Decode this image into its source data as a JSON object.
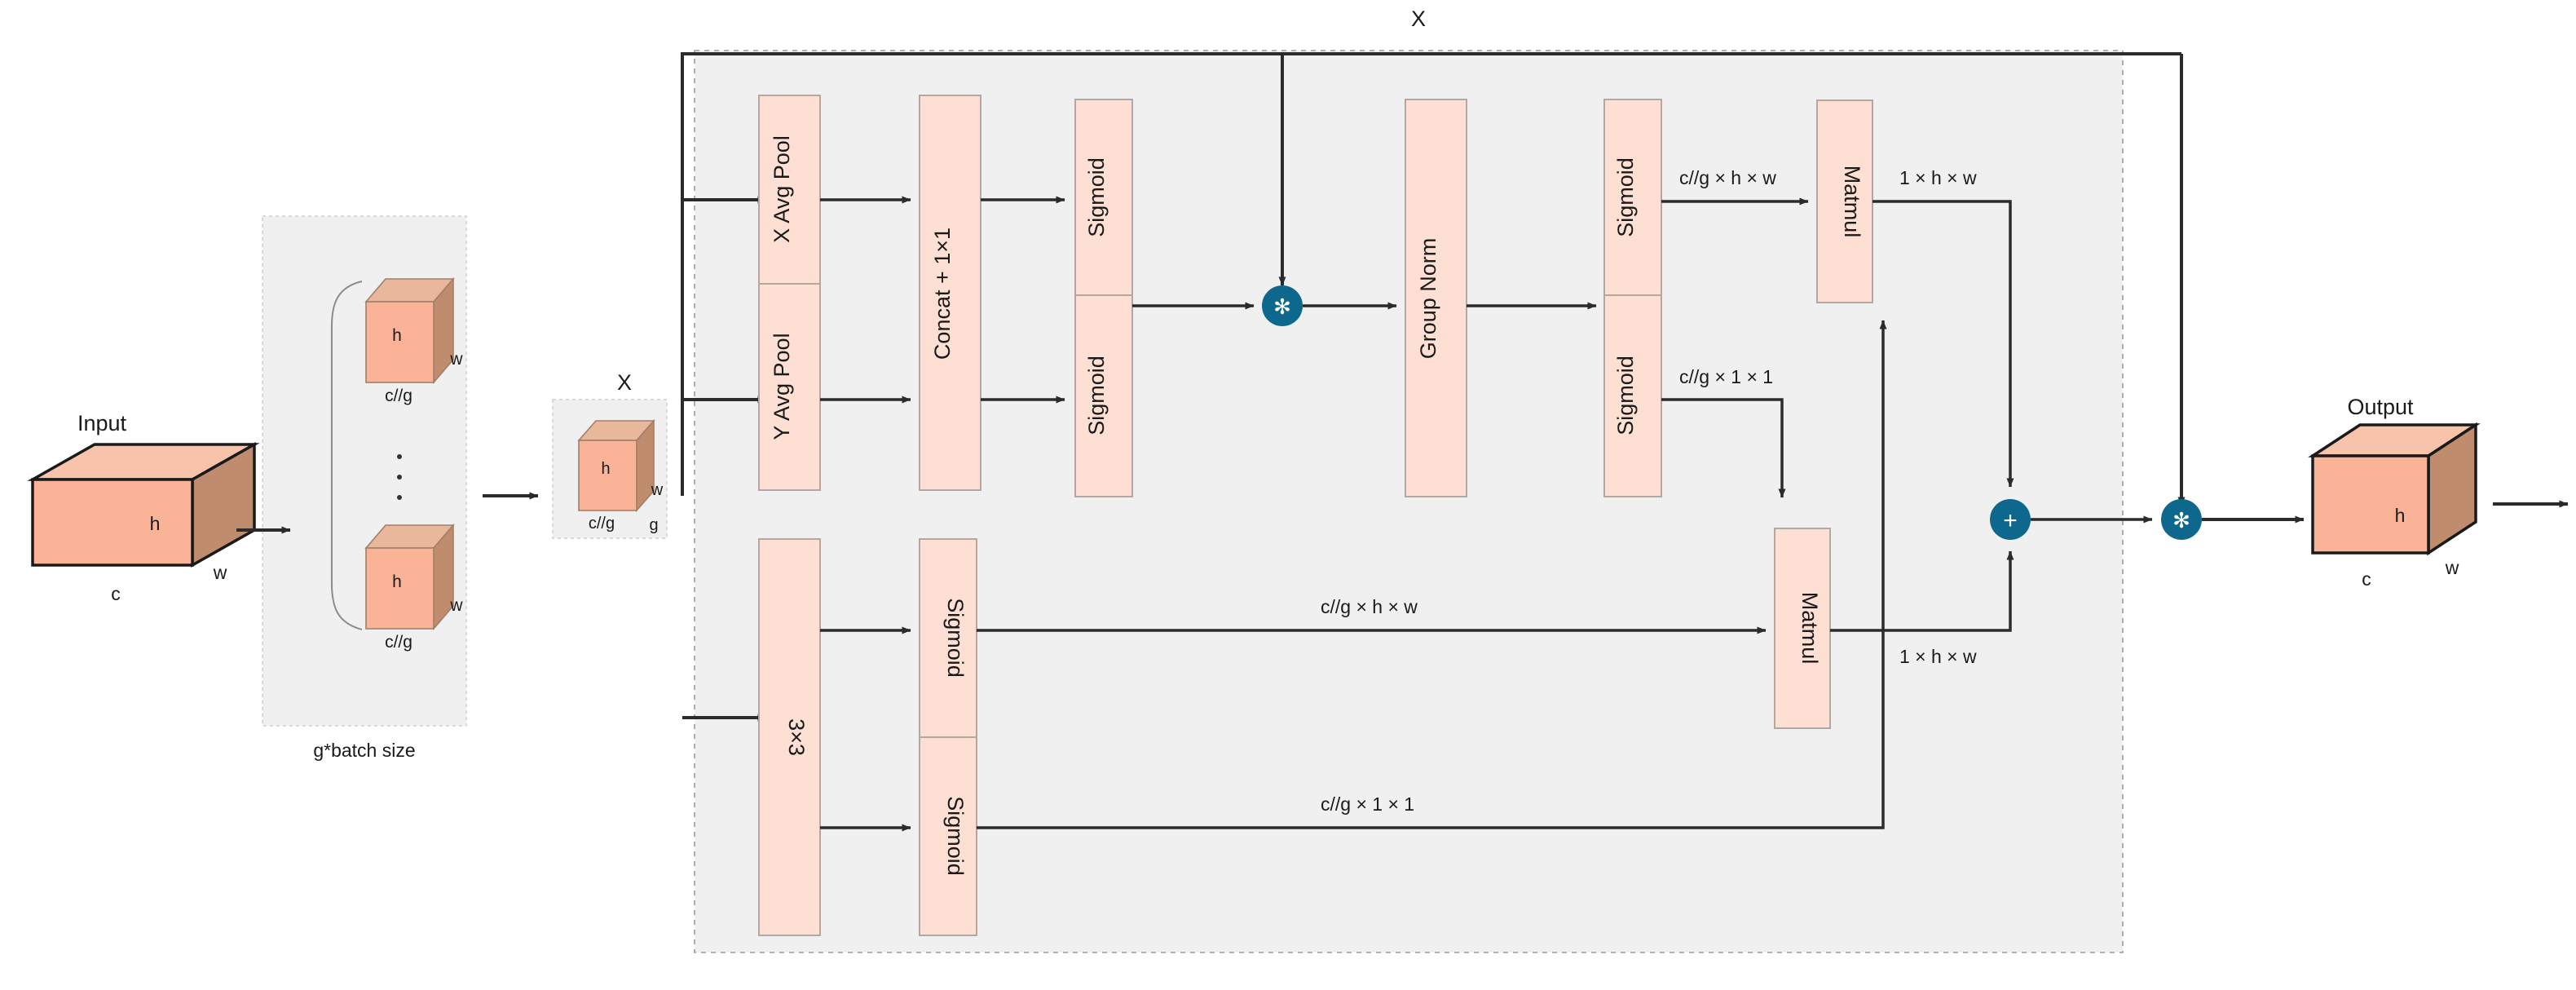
{
  "figure": {
    "type": "neural-network-architecture-diagram",
    "title_labels": {
      "input": "Input",
      "output": "Output",
      "x_tensor_left": "X",
      "x_skip_top": "X",
      "group_caption": "g*batch size"
    },
    "colors": {
      "block_fill": "#fde0d3",
      "block_stroke": "#b5a6a0",
      "cube_front": "#fab396",
      "cube_top": "#f7c4ab",
      "cube_side": "#c08c6e",
      "cube_stroke": "#1a1a1a",
      "panel_fill": "#f0f0f0",
      "panel_dash": "#9a9a9a",
      "node_fill": "#0e678c",
      "node_glyph": "#ffffff",
      "arrow": "#2b2b2b",
      "text": "#1a1a1a"
    }
  },
  "cubes": {
    "input": {
      "name": "Input",
      "h": "h",
      "w": "w",
      "c": "c"
    },
    "output": {
      "name": "Output",
      "h": "h",
      "w": "w",
      "c": "c"
    },
    "group_slab_top": {
      "h": "h",
      "w": "w",
      "depth": "c//g"
    },
    "group_slab_bottom": {
      "h": "h",
      "w": "w",
      "depth": "c//g"
    },
    "x_slab": {
      "h": "h",
      "w": "w",
      "depth": "c//g",
      "group": "g",
      "label": "X"
    }
  },
  "blocks": [
    {
      "id": "x-avg-pool",
      "label": "X Avg Pool",
      "orientation": "bottom-to-top"
    },
    {
      "id": "y-avg-pool",
      "label": "Y Avg Pool",
      "orientation": "bottom-to-top"
    },
    {
      "id": "concat-1x1",
      "label": "Concat + 1×1",
      "orientation": "bottom-to-top"
    },
    {
      "id": "sigmoid-top-1",
      "label": "Sigmoid",
      "orientation": "bottom-to-top"
    },
    {
      "id": "sigmoid-top-2",
      "label": "Sigmoid",
      "orientation": "bottom-to-top"
    },
    {
      "id": "group-norm",
      "label": "Group Norm",
      "orientation": "bottom-to-top"
    },
    {
      "id": "sigmoid-gn-1",
      "label": "Sigmoid",
      "orientation": "bottom-to-top"
    },
    {
      "id": "sigmoid-gn-2",
      "label": "Sigmoid",
      "orientation": "bottom-to-top"
    },
    {
      "id": "matmul-top",
      "label": "Matmul",
      "orientation": "top-to-bottom"
    },
    {
      "id": "conv-3x3",
      "label": "3×3",
      "orientation": "top-to-bottom"
    },
    {
      "id": "sigmoid-bot-1",
      "label": "Sigmoid",
      "orientation": "top-to-bottom"
    },
    {
      "id": "sigmoid-bot-2",
      "label": "Sigmoid",
      "orientation": "top-to-bottom"
    },
    {
      "id": "matmul-bottom",
      "label": "Matmul",
      "orientation": "top-to-bottom"
    }
  ],
  "edge_labels": [
    {
      "id": "lbl-gn-sig-top",
      "text": "c//g × h × w"
    },
    {
      "id": "lbl-gn-sig-bot",
      "text": "c//g × 1 × 1"
    },
    {
      "id": "lbl-matmul-top",
      "text": "1 × h × w"
    },
    {
      "id": "lbl-bot-sig-top",
      "text": "c//g × h × w"
    },
    {
      "id": "lbl-bot-sig-bot",
      "text": "c//g × 1 × 1"
    },
    {
      "id": "lbl-matmul-bot",
      "text": "1 × h × w"
    }
  ],
  "nodes": [
    {
      "id": "mul-node-1",
      "glyph": "✻",
      "op": "multiply"
    },
    {
      "id": "add-node",
      "glyph": "+",
      "op": "add"
    },
    {
      "id": "mul-node-2",
      "glyph": "✻",
      "op": "multiply"
    }
  ]
}
